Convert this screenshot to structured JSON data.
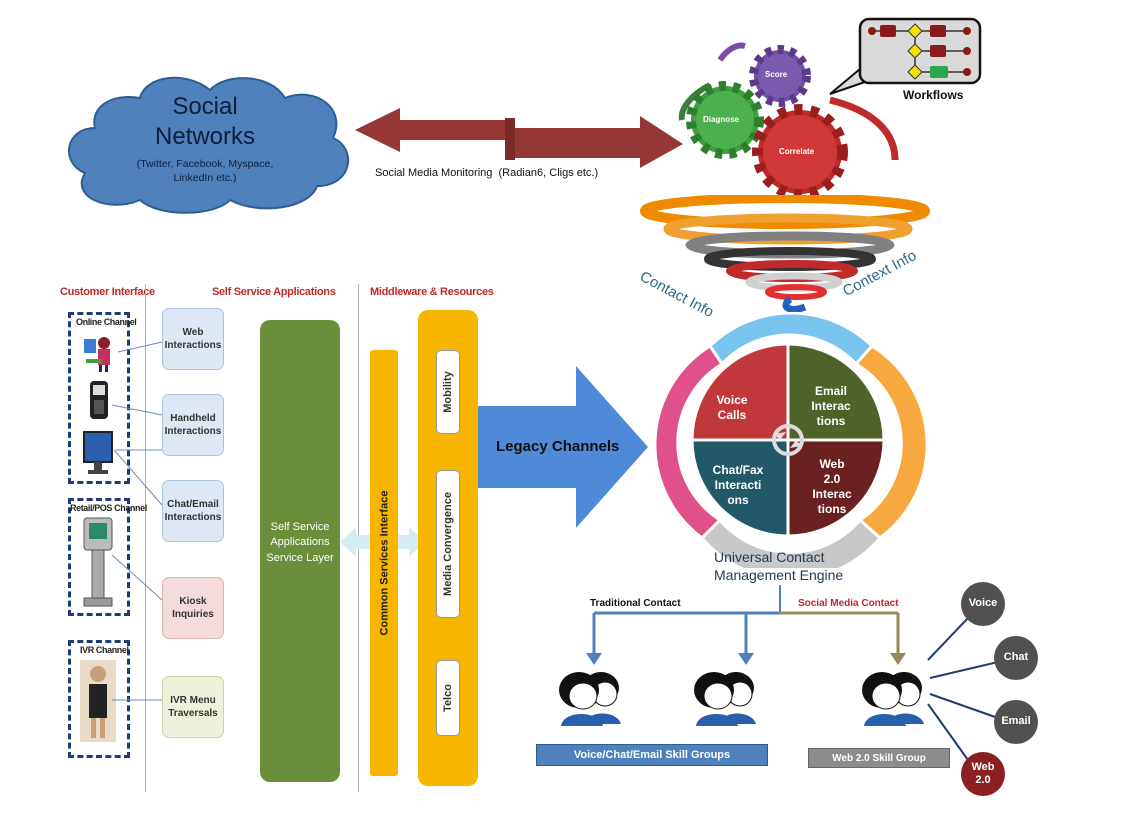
{
  "social": {
    "title_line1": "Social",
    "title_line2": "Networks",
    "sub_line1": "(Twitter, Facebook, Myspace,",
    "sub_line2": "LinkedIn etc.)"
  },
  "monitoring_label": "Social Media Monitoring  (Radian6, Cligs etc.)",
  "gears": {
    "score": "Score",
    "diagnose": "Diagnose",
    "correlate": "Correlate"
  },
  "workflows_label": "Workflows",
  "funnel": {
    "left": "Contact Info",
    "right": "Context Info"
  },
  "headers": {
    "customer_interface": "Customer Interface",
    "self_service": "Self Service Applications",
    "middleware": "Middleware & Resources"
  },
  "channels": {
    "online": "Online Channel",
    "retail": "Retail/POS Channel",
    "ivr": "IVR Channel"
  },
  "apps": [
    {
      "label": "Web\nInteractions"
    },
    {
      "label": "Handheld\nInteractions"
    },
    {
      "label": "Chat/Email\nInteractions"
    },
    {
      "label": "Kiosk\nInquiries"
    },
    {
      "label": "IVR Menu\nTraversals"
    }
  ],
  "service_layer": "Self Service\nApplications\nService Layer",
  "common_services": "Common Services Interface",
  "middleware_items": {
    "mobility": "Mobility",
    "media": "Media Convergence",
    "telco": "Telco"
  },
  "legacy_channels": "Legacy Channels",
  "engine": {
    "voice": "Voice\nCalls",
    "email": "Email\nInterac\ntions",
    "chat": "Chat/Fax\nInteracti\nons",
    "web": "Web\n2.0\nInterac\ntions",
    "label_line1": "Universal Contact",
    "label_line2": "Management Engine"
  },
  "traditional_contact": "Traditional Contact",
  "social_media_contact": "Social Media Contact",
  "skill_groups": {
    "voice": "Voice/Chat/Email Skill Groups",
    "web": "Web 2.0 Skill Group"
  },
  "bubbles": {
    "voice": "Voice",
    "chat": "Chat",
    "email": "Email",
    "web": "Web\n2.0"
  },
  "colors": {
    "cloud": "#4f81bd",
    "arrow": "#953734",
    "green_layer": "#6b8e3a",
    "orange": "#f7b500",
    "blue_arrow": "#4f8ad8",
    "voice": "#c0383a",
    "email": "#4f6228",
    "chat": "#215967",
    "web": "#6b2121"
  }
}
